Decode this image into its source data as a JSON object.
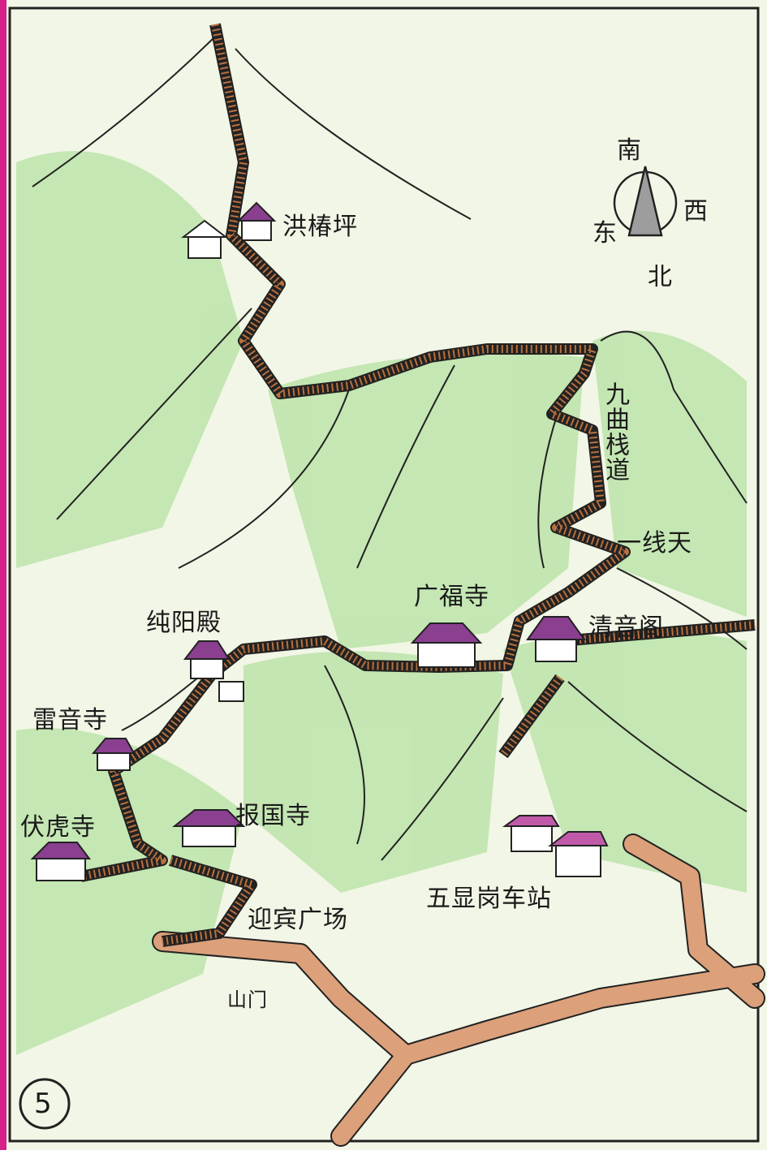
{
  "colors": {
    "trail": "#b8703e",
    "road": "#dca07a",
    "green": "#8fd27a",
    "roof": "#8a3f8f",
    "paper": "#f2f6e6",
    "edge": "#d8208a"
  },
  "compass": {
    "south": "南",
    "west": "西",
    "east": "东",
    "north": "北"
  },
  "places": {
    "hongchunping": "洪椿坪",
    "jiuqu_zhandao": "九曲栈道",
    "yixiantian": "一线天",
    "guangfusi": "广福寺",
    "qingyinge": "清音阁",
    "chunyangdian": "纯阳殿",
    "leiyinsi": "雷音寺",
    "fuhusi": "伏虎寺",
    "baoguosi": "报国寺",
    "yingbin_guangchang": "迎宾广场",
    "shanmen": "山门",
    "wuxiangang_station": "五显岗车站"
  },
  "page_number": "5"
}
